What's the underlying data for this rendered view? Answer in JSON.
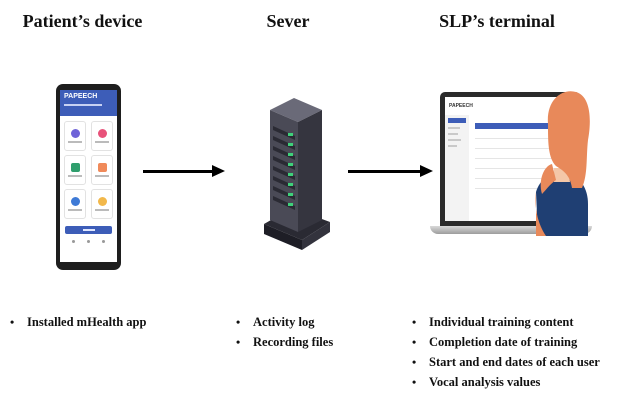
{
  "columns": [
    {
      "title": "Patient’s device",
      "bullets": [
        "Installed mHealth app"
      ]
    },
    {
      "title": "Sever",
      "bullets": [
        "Activity log",
        "Recording files"
      ]
    },
    {
      "title": "SLP’s terminal",
      "bullets": [
        "Individual training content",
        "Completion date of training",
        "Start and end dates of each user",
        "Vocal analysis values"
      ]
    }
  ],
  "phone_app": {
    "name": "PAPEECH"
  },
  "web_app": {
    "name": "PAPEECH"
  },
  "colors": {
    "app_blue": "#3d5db8",
    "server_dark": "#3b3b45",
    "server_led": "#3fd07a",
    "person_hair": "#e8895a",
    "person_shirt": "#1f3f73",
    "arrow": "#000000"
  },
  "icons": [
    "smartphone-icon",
    "server-rack-icon",
    "laptop-icon",
    "person-icon",
    "arrow-right-icon"
  ]
}
